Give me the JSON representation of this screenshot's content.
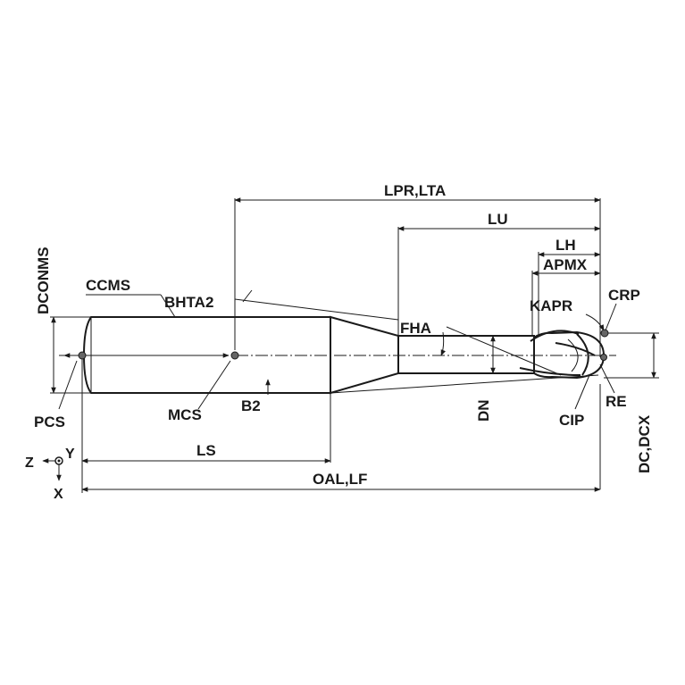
{
  "labels": {
    "lpr_lta": "LPR,LTA",
    "lu": "LU",
    "lh": "LH",
    "apmx": "APMX",
    "kapr": "KAPR",
    "crp": "CRP",
    "ccms": "CCMS",
    "bhta2": "BHTA2",
    "dconms": "DCONMS",
    "fha": "FHA",
    "pcs": "PCS",
    "mcs": "MCS",
    "b2": "B2",
    "dn": "DN",
    "re": "RE",
    "cip": "CIP",
    "dc_dcx": "DC,DCX",
    "ls": "LS",
    "oal_lf": "OAL,LF",
    "axis_z": "Z",
    "axis_y": "Y",
    "axis_x": "X"
  },
  "colors": {
    "line": "#1a1a1a",
    "point": "#666666",
    "background": "#ffffff"
  }
}
